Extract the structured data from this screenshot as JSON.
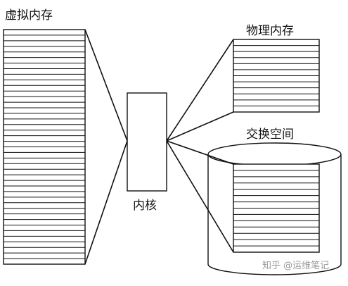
{
  "labels": {
    "virtual_memory": "虚拟内存",
    "physical_memory": "物理内存",
    "swap_space": "交换空间",
    "kernel": "内核"
  },
  "watermark": "知乎 @运维笔记",
  "colors": {
    "stroke": "#111111",
    "background": "#ffffff",
    "watermark": "#9a9a9a"
  }
}
